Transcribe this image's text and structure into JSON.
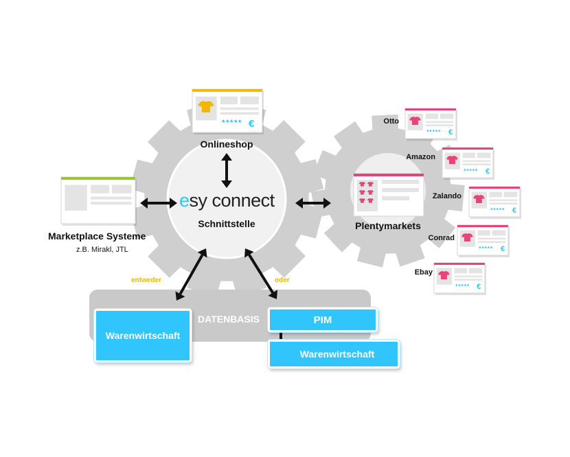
{
  "colors": {
    "gear": "#cfcfcf",
    "gear_center": "#f1f1f1",
    "accent_blue": "#30c5fc",
    "accent_yellow": "#f2b705",
    "accent_pink": "#e8447a",
    "accent_green": "#9ac43a",
    "arrow": "#111111"
  },
  "hub": {
    "logo_prefix": "e",
    "logo_suffix": "sy connect",
    "subtitle": "Schnittstelle"
  },
  "onlineshop": {
    "label": "Onlineshop",
    "price_symbol": "€",
    "icon": "tshirt-icon"
  },
  "marketplace": {
    "label": "Marketplace Systeme",
    "sublabel": "z.B. Mirakl, JTL"
  },
  "plentymarkets": {
    "label": "Plentymarkets",
    "icon": "tshirt-grid-icon"
  },
  "marketplaces": [
    {
      "name": "Otto",
      "price_symbol": "€"
    },
    {
      "name": "Amazon",
      "price_symbol": "€"
    },
    {
      "name": "Zalando",
      "price_symbol": "€"
    },
    {
      "name": "Conrad",
      "price_symbol": "€"
    },
    {
      "name": "Ebay",
      "price_symbol": "€"
    }
  ],
  "base": {
    "label": "DATENBASIS",
    "either_label": "entweder",
    "or_label": "oder",
    "left_box": "Warenwirtschaft",
    "pim_box": "PIM",
    "right_box": "Warenwirtschaft"
  }
}
